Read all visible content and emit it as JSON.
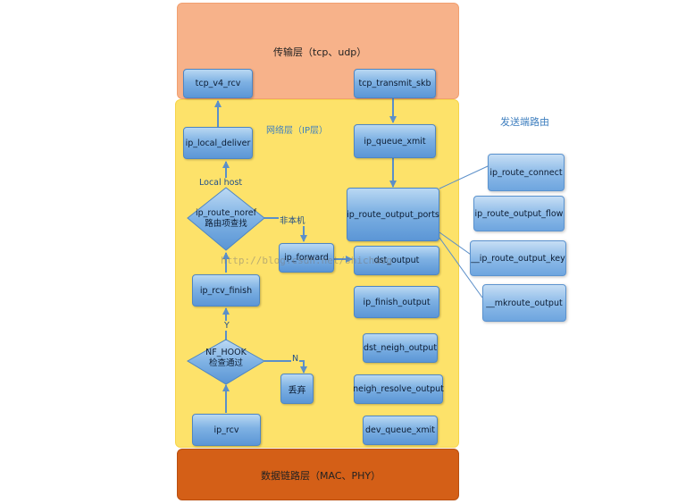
{
  "layers": {
    "transport": "传输层（tcp、udp）",
    "network": "网络层（IP层）",
    "link": "数据链路层（MAC、PHY）"
  },
  "side_title": "发送端路由",
  "nodes": {
    "tcp_v4_rcv": "tcp_v4_rcv",
    "tcp_transmit_skb": "tcp_transmit_skb",
    "ip_local_deliver": "ip_local_deliver",
    "ip_queue_xmit": "ip_queue_xmit",
    "ip_route_output_ports": "ip_route_output_ports",
    "ip_forward": "ip_forward",
    "dst_output": "dst_output",
    "ip_rcv_finish": "ip_rcv_finish",
    "ip_finish_output": "ip_finish_output",
    "dst_neigh_output": "dst_neigh_output",
    "neigh_resolve_output": "neigh_resolve_output",
    "discard": "丢弃",
    "ip_rcv": "ip_rcv",
    "dev_queue_xmit": "dev_queue_xmit",
    "ip_route_connect": "ip_route_connect",
    "ip_route_output_flow": "ip_route_output_flow",
    "ip_route_output_key": "__ip_route_output_key",
    "mkroute_output": "__mkroute_output"
  },
  "decisions": {
    "route_noref_line1": "ip_route_noref",
    "route_noref_line2": "路由项查找",
    "nf_hook_line1": "NF_HOOK",
    "nf_hook_line2": "检查通过"
  },
  "edge_labels": {
    "local_host": "Local host",
    "not_local": "非本机",
    "yes": "Y",
    "no": "N"
  },
  "watermark": "http://blog.csdn.net/shichaog",
  "colors": {
    "transport": "#f7b28a",
    "network": "#fde26a",
    "link": "#d45f17",
    "node": "#7eb1e3",
    "arrow": "#5b8fc9"
  }
}
